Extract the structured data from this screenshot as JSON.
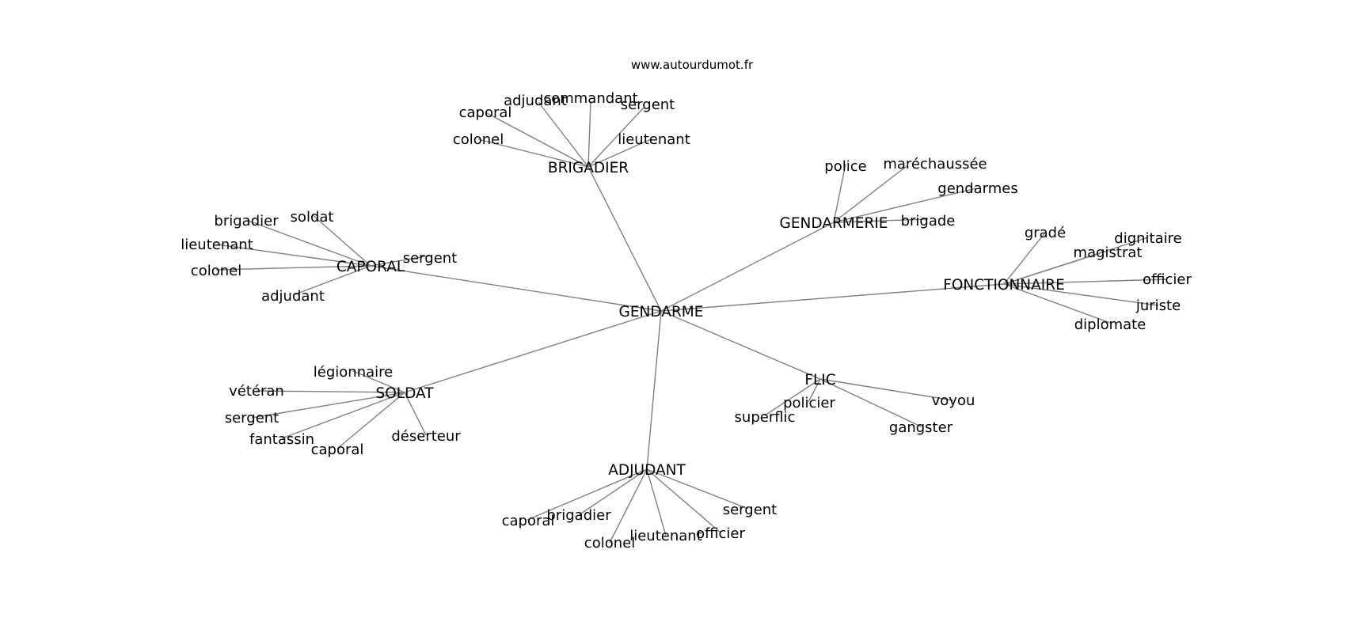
{
  "source": "www.autourdumot.fr",
  "center": "GENDARME",
  "hubs": [
    {
      "name": "BRIGADIER",
      "words": [
        "adjudant",
        "commandant",
        "caporal",
        "sergent",
        "colonel",
        "lieutenant"
      ]
    },
    {
      "name": "GENDARMERIE",
      "words": [
        "police",
        "maréchaussée",
        "gendarmes",
        "brigade"
      ]
    },
    {
      "name": "CAPORAL",
      "words": [
        "brigadier",
        "soldat",
        "lieutenant",
        "sergent",
        "colonel",
        "adjudant"
      ]
    },
    {
      "name": "FONCTIONNAIRE",
      "words": [
        "gradé",
        "dignitaire",
        "magistrat",
        "officier",
        "juriste",
        "diplomate"
      ]
    },
    {
      "name": "SOLDAT",
      "words": [
        "légionnaire",
        "vétéran",
        "sergent",
        "fantassin",
        "caporal",
        "déserteur"
      ]
    },
    {
      "name": "FLIC",
      "words": [
        "policier",
        "voyou",
        "superflic",
        "gangster"
      ]
    },
    {
      "name": "ADJUDANT",
      "words": [
        "sergent",
        "caporal",
        "brigadier",
        "officier",
        "lieutenant",
        "colonel"
      ]
    }
  ]
}
